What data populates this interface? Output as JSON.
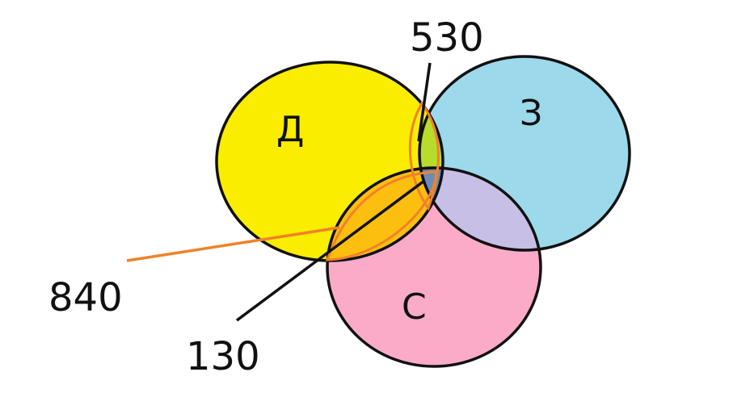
{
  "sets": [
    {
      "id": "d",
      "label": "Д",
      "color": "#fbed00"
    },
    {
      "id": "z",
      "label": "З",
      "color": "#9cd9ea"
    },
    {
      "id": "s",
      "label": "С",
      "color": "#fbabc8"
    }
  ],
  "intersections": {
    "d_z_color": "#b7dc2b",
    "z_s_color": "#c7bfe6",
    "d_s_color": "#fcbf0f",
    "d_z_s_color": "#6d8cb7"
  },
  "callouts": {
    "d_z": {
      "value": "530",
      "line_color": "#111111"
    },
    "d_s": {
      "value": "840",
      "line_color": "#f0822a"
    },
    "d_z_s": {
      "value": "130",
      "line_color": "#111111"
    }
  }
}
